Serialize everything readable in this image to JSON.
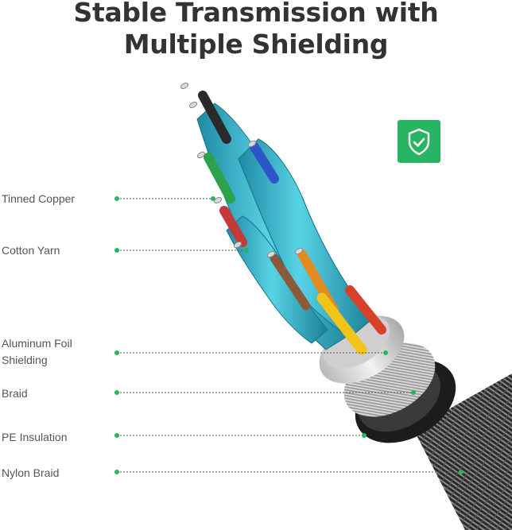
{
  "title": {
    "line1": "Stable Transmission with",
    "line2": "Multiple Shielding"
  },
  "badge": {
    "icon": "shield-check-icon",
    "color": "#27b463"
  },
  "layers": [
    {
      "label": "Tinned Copper"
    },
    {
      "label": "Cotton Yarn"
    },
    {
      "label": "Aluminum Foil",
      "label2": "Shielding"
    },
    {
      "label": "Braid"
    },
    {
      "label": "PE Insulation"
    },
    {
      "label": "Nylon Braid"
    }
  ],
  "colors": {
    "title": "#333333",
    "label": "#555555",
    "marker": "#27b463",
    "teal_shield": "#3fb6cc",
    "nylon": "#2c2c2c"
  }
}
